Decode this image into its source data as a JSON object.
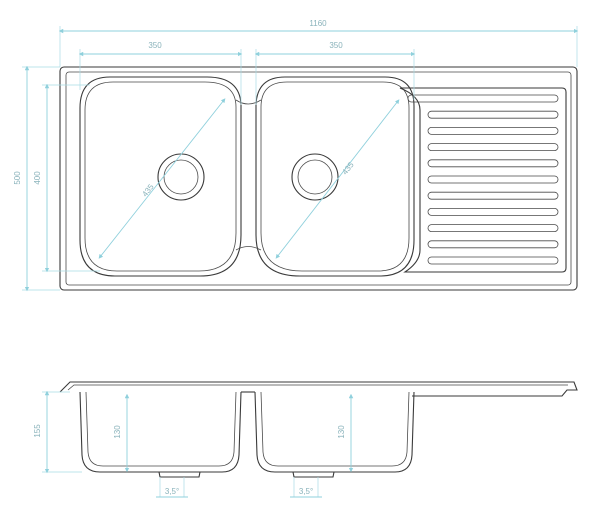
{
  "dimensions": {
    "overall_width": "1160",
    "bowl_left_width": "350",
    "bowl_right_width": "350",
    "overall_depth": "500",
    "bowl_depth": "400",
    "bowl_left_diagonal": "435",
    "bowl_right_diagonal": "435",
    "section_height": "155",
    "bowl_left_height": "130",
    "bowl_right_height": "130",
    "slope_left": "3,5°",
    "slope_right": "3,5°"
  },
  "colors": {
    "outline": "#3a3a3a",
    "dimension": "#8fd0dc",
    "dimension_text": "#8ab3bb"
  }
}
